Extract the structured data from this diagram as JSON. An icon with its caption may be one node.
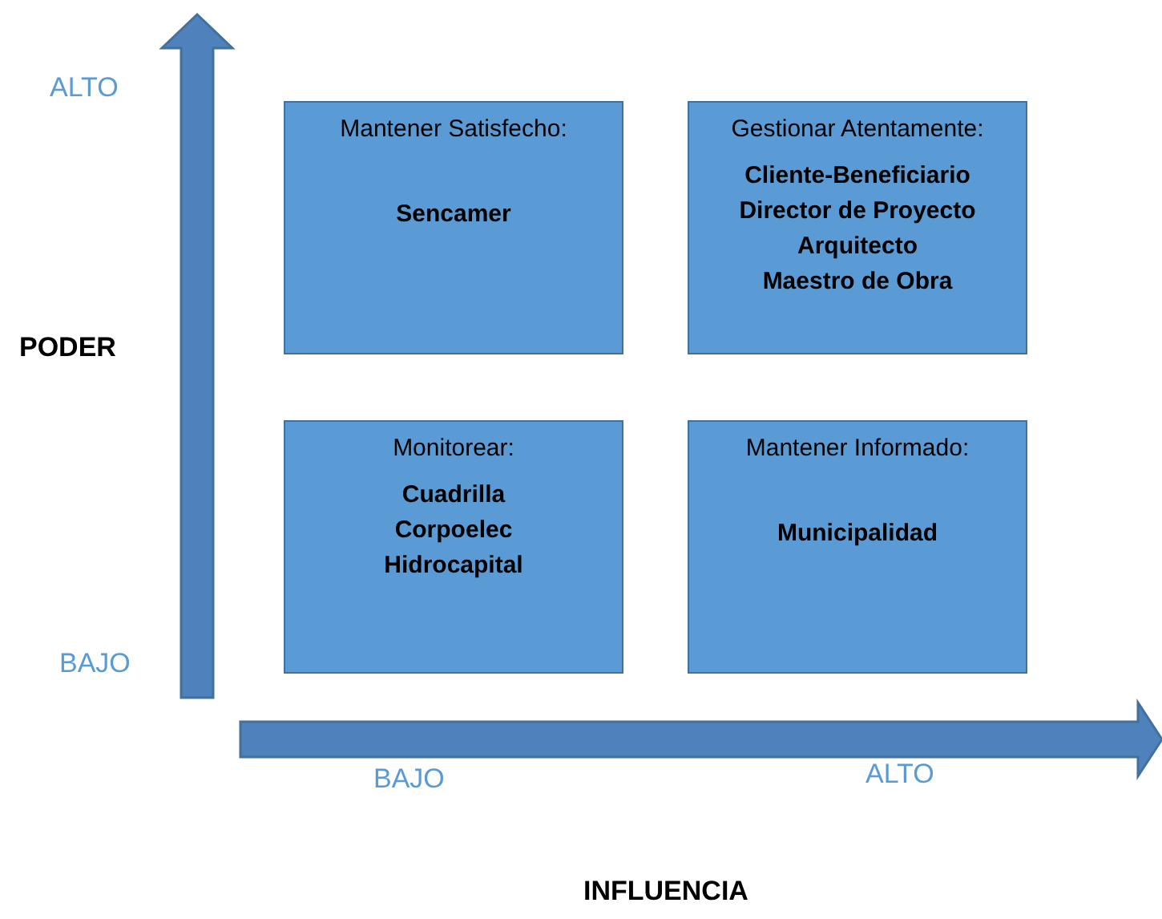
{
  "diagram": {
    "nodes": [
      {
        "text": [
          "Mantener Satisfecho:",
          "Sencamer"
        ]
      },
      {
        "text": [
          "Gestionar Atentamente:",
          "Cliente-Beneficiario",
          "Director de Proyecto",
          "Arquitecto",
          "Maestro de Obra"
        ]
      },
      {
        "text": [
          "Monitorear:",
          "Cuadrilla",
          "Corpoelec",
          "Hidrocapital"
        ]
      },
      {
        "text": [
          "Mantener Informado:",
          "Municipalidad"
        ]
      }
    ],
    "edges": [],
    "labels": [
      "ALTO",
      "PODER",
      "BAJO",
      "BAJO",
      "ALTO",
      "INFLUENCIA"
    ]
  }
}
